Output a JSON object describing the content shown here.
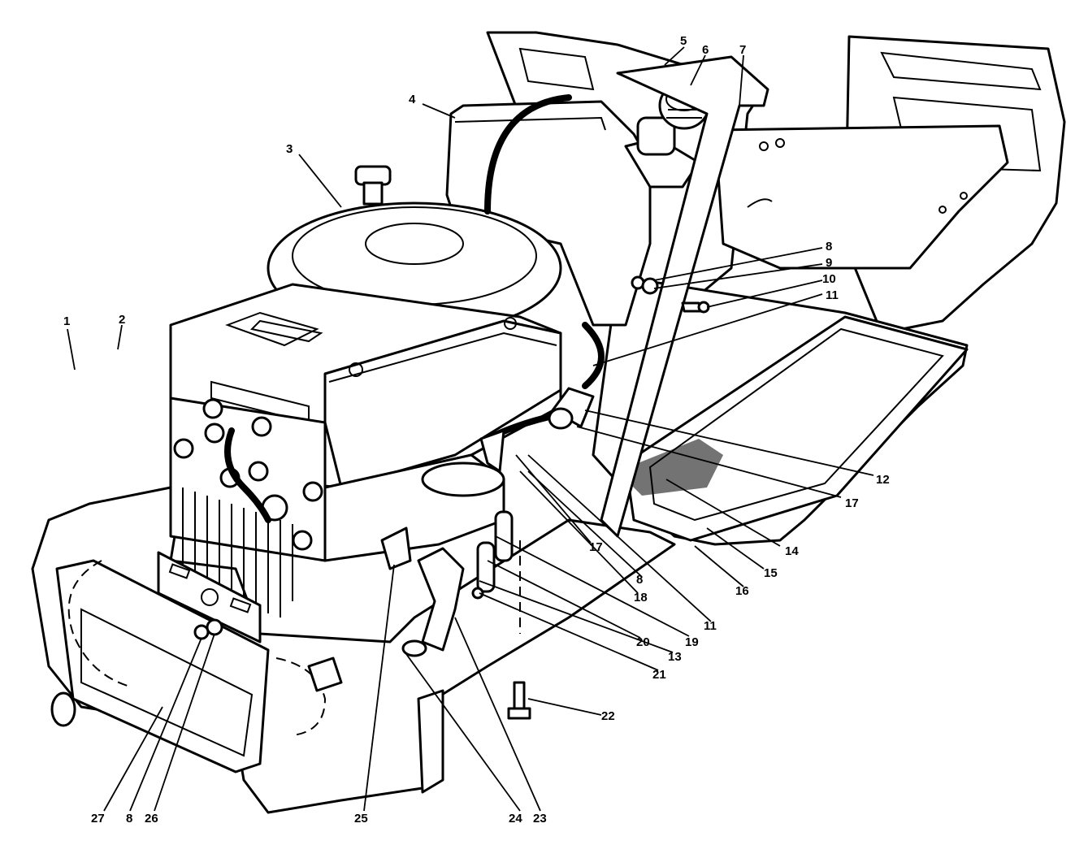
{
  "callouts": [
    {
      "id": "c1",
      "text": "1"
    },
    {
      "id": "c2",
      "text": "2"
    },
    {
      "id": "c3",
      "text": "3"
    },
    {
      "id": "c4",
      "text": "4"
    },
    {
      "id": "c5",
      "text": "5"
    },
    {
      "id": "c6",
      "text": "6"
    },
    {
      "id": "c7",
      "text": "7"
    },
    {
      "id": "c8a",
      "text": "8"
    },
    {
      "id": "c9",
      "text": "9"
    },
    {
      "id": "c10",
      "text": "10"
    },
    {
      "id": "c11a",
      "text": "11"
    },
    {
      "id": "c12",
      "text": "12"
    },
    {
      "id": "c17a",
      "text": "17"
    },
    {
      "id": "c14",
      "text": "14"
    },
    {
      "id": "c15",
      "text": "15"
    },
    {
      "id": "c16",
      "text": "16"
    },
    {
      "id": "c17b",
      "text": "17"
    },
    {
      "id": "c8b",
      "text": "8"
    },
    {
      "id": "c18",
      "text": "18"
    },
    {
      "id": "c11b",
      "text": "11"
    },
    {
      "id": "c19",
      "text": "19"
    },
    {
      "id": "c20",
      "text": "20"
    },
    {
      "id": "c13",
      "text": "13"
    },
    {
      "id": "c21",
      "text": "21"
    },
    {
      "id": "c22",
      "text": "22"
    },
    {
      "id": "c27",
      "text": "27"
    },
    {
      "id": "c8c",
      "text": "8"
    },
    {
      "id": "c26",
      "text": "26"
    },
    {
      "id": "c25",
      "text": "25"
    },
    {
      "id": "c24",
      "text": "24"
    },
    {
      "id": "c23",
      "text": "23"
    }
  ]
}
